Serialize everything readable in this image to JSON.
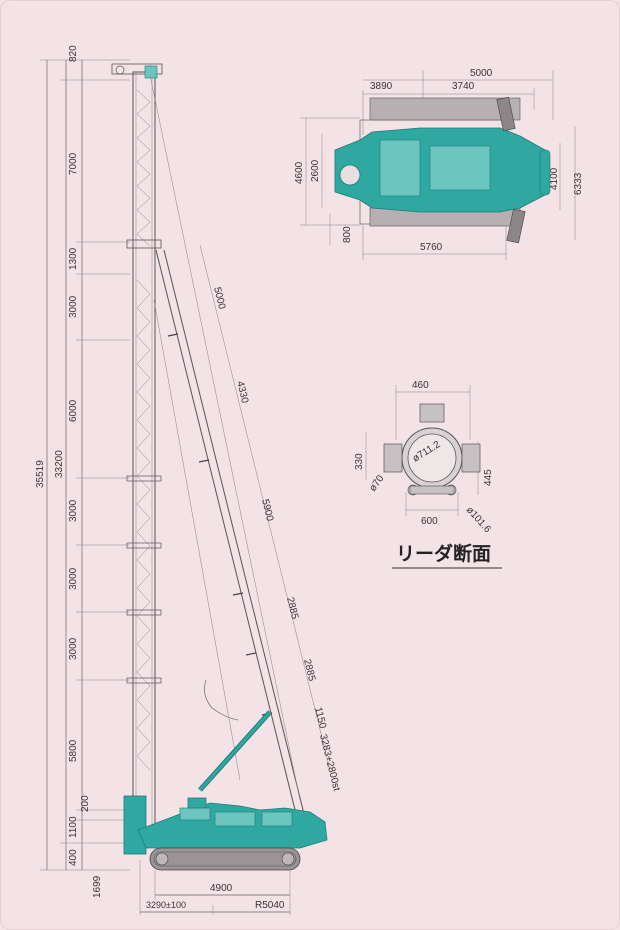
{
  "caption": "リーダ断面",
  "dimensions": {
    "side": {
      "d820": "820",
      "d7000": "7000",
      "d1300": "1300",
      "d3000a": "3000",
      "d6000": "6000",
      "d33200": "33200",
      "d35519": "35519",
      "d3000b": "3000",
      "d3000c": "3000",
      "d3000d": "3000",
      "d5800": "5800",
      "d200": "200",
      "d1100": "1100",
      "d400": "400",
      "d1699": "1699",
      "d4900": "4900",
      "d3290": "3290±100",
      "r5040": "R5040"
    },
    "backstay": {
      "s5000": "5000",
      "s4330": "4330",
      "s5900": "5900",
      "s2885a": "2885",
      "s2885b": "2885",
      "s1150": "1150",
      "s3283": "3283+2800st"
    },
    "plan": {
      "p5000": "5000",
      "p3890": "3890",
      "p3740": "3740",
      "p4600": "4600",
      "p2600": "2600",
      "p4100": "4100",
      "p6333": "6333",
      "p800": "800",
      "p5760": "5760"
    },
    "section": {
      "c460": "460",
      "c330": "330",
      "c7112": "ø711.2",
      "c70": "ø70",
      "c445": "445",
      "c600": "600",
      "c1016": "ø101.6"
    }
  }
}
